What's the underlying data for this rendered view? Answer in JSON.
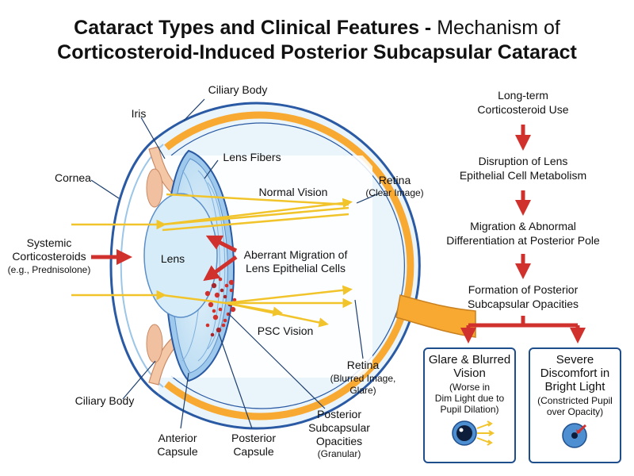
{
  "title": {
    "line1_bold": "Cataract Types and Clinical Features -",
    "line1_normal": "Mechanism of",
    "line2_bold": "Corticosteroid-Induced Posterior Subcapsular Cataract"
  },
  "labels": {
    "ciliary_top": "Ciliary Body",
    "iris": "Iris",
    "lens_fibers": "Lens Fibers",
    "cornea": "Cornea",
    "retina_top": "Retina",
    "retina_top_sub": "(Clear Image)",
    "normal_vision": "Normal Vision",
    "systemic_1": "Systemic",
    "systemic_2": "Corticosteroids",
    "systemic_3": "(e.g., Prednisolone)",
    "lens": "Lens",
    "aberrant_1": "Aberrant Migration of",
    "aberrant_2": "Lens Epithelial Cells",
    "psc_vision": "PSC Vision",
    "retina_bottom": "Retina",
    "retina_bottom_sub_1": "(Blurred Image,",
    "retina_bottom_sub_2": "Glare)",
    "ciliary_bottom": "Ciliary Body",
    "anterior_1": "Anterior",
    "anterior_2": "Capsule",
    "posterior_1": "Posterior",
    "posterior_2": "Capsule",
    "psco_1": "Posterior",
    "psco_2": "Subcapsular",
    "psco_3": "Opacities",
    "psco_4": "(Granular)"
  },
  "flowchart": {
    "step1_1": "Long-term",
    "step1_2": "Corticosteroid Use",
    "step2_1": "Disruption of Lens",
    "step2_2": "Epithelial Cell Metabolism",
    "step3_1": "Migration & Abnormal",
    "step3_2": "Differentiation at Posterior Pole",
    "step4_1": "Formation of Posterior",
    "step4_2": "Subcapsular Opacities",
    "box_left": {
      "h1": "Glare & Blurred",
      "h2": "Vision",
      "s1": "(Worse in",
      "s2": "Dim Light due to",
      "s3": "Pupil Dilation)"
    },
    "box_right": {
      "h1": "Severe",
      "h2": "Discomfort in",
      "h3": "Bright Light",
      "s1": "(Constricted Pupil",
      "s2": "over Opacity)"
    }
  },
  "colors": {
    "red_arrow": "#d0312d",
    "light_ray": "#f2c42b",
    "sclera_outline": "#2a5aa3",
    "retina_band": "#f7a932",
    "lens_fill": "#cfe7f7",
    "box_border": "#1f4e8c"
  }
}
